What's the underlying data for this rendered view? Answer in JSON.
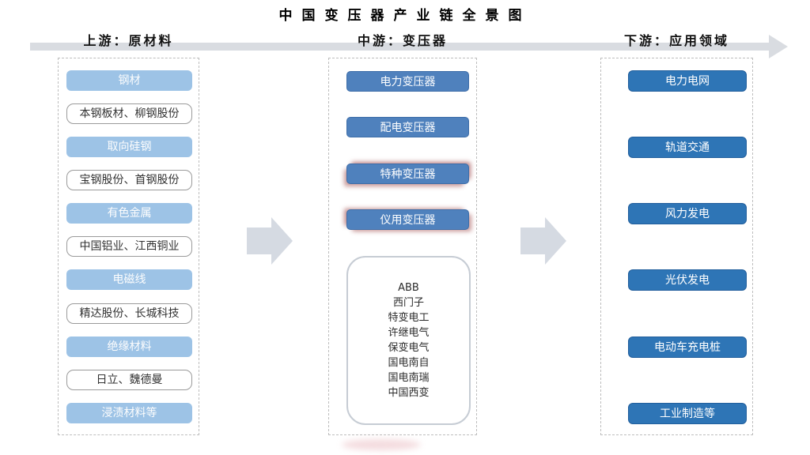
{
  "title": "中国变压器产业链全景图",
  "header": {
    "upstream_label": "上游：原材料",
    "midstream_label": "中游：变压器",
    "downstream_label": "下游：应用领域"
  },
  "upstream": {
    "items": [
      {
        "text": "钢材",
        "kind": "category"
      },
      {
        "text": "本钢板材、柳钢股份",
        "kind": "suppliers"
      },
      {
        "text": "取向硅钢",
        "kind": "category"
      },
      {
        "text": "宝钢股份、首钢股份",
        "kind": "suppliers"
      },
      {
        "text": "有色金属",
        "kind": "category"
      },
      {
        "text": "中国铝业、江西铜业",
        "kind": "suppliers"
      },
      {
        "text": "电磁线",
        "kind": "category"
      },
      {
        "text": "精达股份、长城科技",
        "kind": "suppliers"
      },
      {
        "text": "绝缘材料",
        "kind": "category"
      },
      {
        "text": "日立、魏德曼",
        "kind": "suppliers"
      },
      {
        "text": "浸渍材料等",
        "kind": "category"
      }
    ]
  },
  "midstream": {
    "items": [
      "电力变压器",
      "配电变压器",
      "特种变压器",
      "仪用变压器"
    ],
    "manufacturers": [
      "ABB",
      "西门子",
      "特变电工",
      "许继电气",
      "保变电气",
      "国电南自",
      "国电南瑞",
      "中国西变"
    ]
  },
  "downstream": {
    "items": [
      "电力电网",
      "轨道交通",
      "风力发电",
      "光伏发电",
      "电动车充电桩",
      "工业制造等"
    ]
  },
  "colors": {
    "light_blue": "#9DC3E6",
    "mid_blue": "#4F81BD",
    "deep_blue": "#2E75B6",
    "band_gray": "#D9DCE1",
    "arrow_gray": "#D5DAE2"
  }
}
